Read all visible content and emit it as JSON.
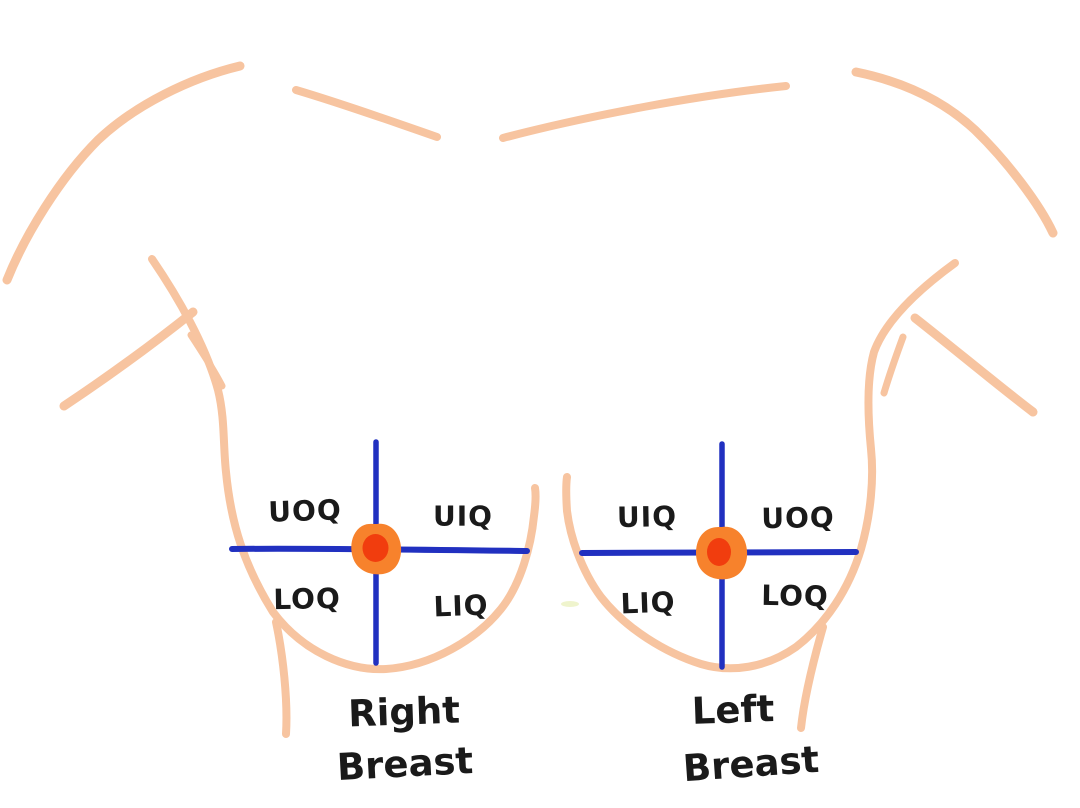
{
  "diagram": {
    "type": "breast-self-exam-quadrant-diagram",
    "right_breast": {
      "title_line1": "Right",
      "title_line2": "Breast",
      "quadrants": {
        "upper_outer": "UOQ",
        "upper_inner": "UIQ",
        "lower_outer": "LOQ",
        "lower_inner": "LIQ"
      }
    },
    "left_breast": {
      "title_line1": "Left",
      "title_line2": "Breast",
      "quadrants": {
        "upper_inner": "UIQ",
        "upper_outer": "UOQ",
        "lower_inner": "LIQ",
        "lower_outer": "LOQ"
      }
    },
    "colors": {
      "background": "#FFFFFF",
      "skin_outline": "#F7C4A0",
      "crosshair_blue": "#2130C0",
      "nipple_outer": "#F7822C",
      "nipple_inner": "#F13D0E",
      "text": "#1A1A1A",
      "smudge": "#ECF2C4"
    }
  }
}
